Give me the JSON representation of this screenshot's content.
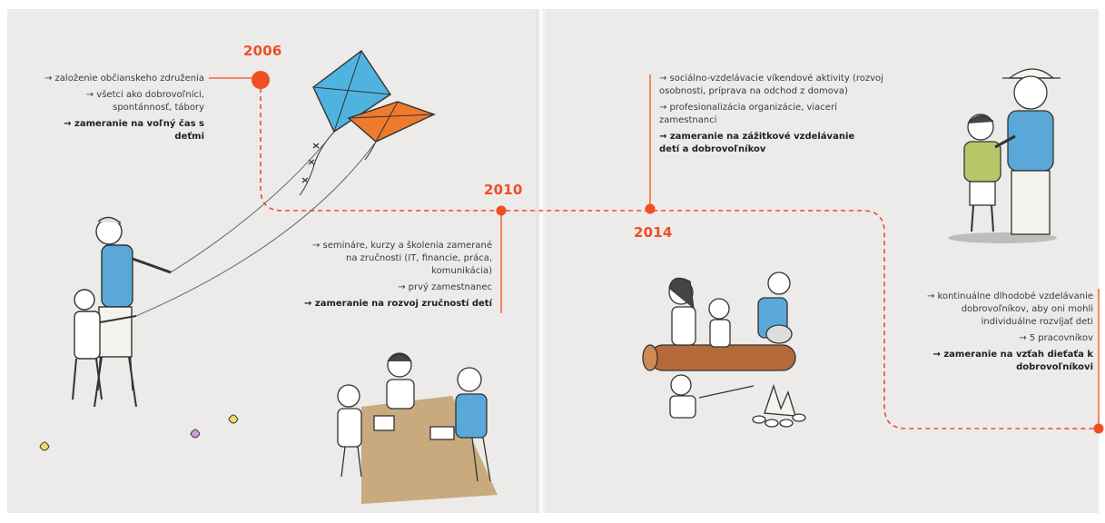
{
  "timeline": [
    {
      "year": "2006",
      "items": [
        "→ založenie občianskeho združenia",
        "→ všetci ako dobrovoľníci, spontánnosť, tábory"
      ],
      "focus": "→ zameranie na voľný čas s deťmi"
    },
    {
      "year": "2010",
      "items": [
        "→ semináre, kurzy a školenia zamerané na zručnosti (IT, financie, práca, komunikácia)",
        "→ prvý zamestnanec"
      ],
      "focus": "→ zameranie na rozvoj zručností detí"
    },
    {
      "year": "2014",
      "items": [
        "→ sociálno-vzdelávacie víkendové aktivity (rozvoj osobnosti, príprava na odchod z domova)",
        "→ profesionalizácia organizácie, viacerí zamestnanci"
      ],
      "focus": "→ zameranie na zážitkové vzdelávanie detí a dobrovoľníkov"
    },
    {
      "items": [
        "→ kontinuálne dlhodobé vzdelávanie dobrovoľníkov, aby oni mohli individuálne rozvíjať deti",
        "→ 5 pracovníkov"
      ],
      "focus": "→ zameranie na vzťah dieťaťa k dobrovoľníkovi"
    }
  ],
  "colors": {
    "accent": "#f04e23",
    "kite_blue": "#4fb3e0",
    "kite_orange": "#ee7a2e",
    "shirt_blue": "#5aa8d8",
    "shirt_green": "#b6c86a",
    "table_tan": "#c9aa7e",
    "page": "#ecebe9"
  },
  "illustrations": [
    "kites-illustration",
    "father-son-kite-illustration",
    "seminar-table-illustration",
    "campfire-illustration",
    "man-boy-illustration"
  ]
}
